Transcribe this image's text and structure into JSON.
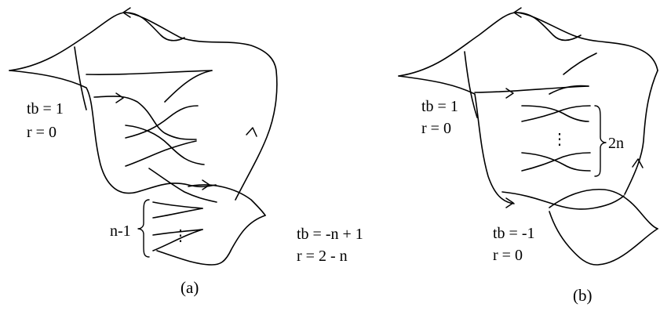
{
  "panel_a": {
    "caption": "(a)",
    "label_left_tb": "tb = 1",
    "label_left_r": "r = 0",
    "label_bracket": "n-1",
    "label_dots": "⋮",
    "label_right_tb": "tb = -n + 1",
    "label_right_r": "r = 2 - n"
  },
  "panel_b": {
    "caption": "(b)",
    "label_top_tb": "tb = 1",
    "label_top_r": "r = 0",
    "label_bracket": "2n",
    "label_dots": "⋮",
    "label_bottom_tb": "tb = -1",
    "label_bottom_r": "r = 0"
  }
}
